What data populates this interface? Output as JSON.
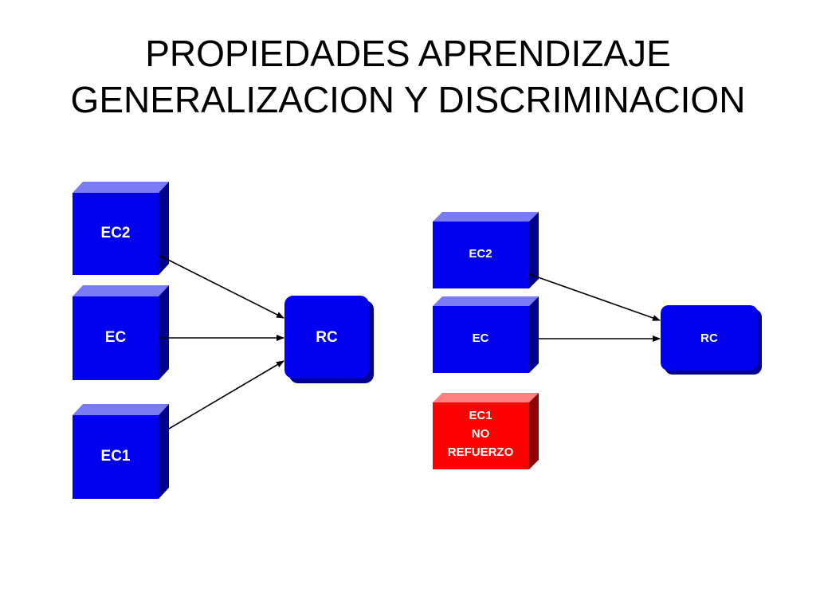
{
  "title": {
    "line1": "PROPIEDADES  APRENDIZAJE",
    "line2": "GENERALIZACION Y DISCRIMINACION"
  },
  "colors": {
    "blue_front": "#0000ee",
    "blue_top": "#7b7bf3",
    "blue_side": "#00008f",
    "red_front": "#ff0000",
    "red_top": "#ff8080",
    "red_side": "#8f0000",
    "label": "#ffffff",
    "arrow": "#000000"
  },
  "left": {
    "ec2": "EC2",
    "ec": "EC",
    "ec1": "EC1",
    "rc": "RC"
  },
  "right": {
    "ec2": "EC2",
    "ec": "EC",
    "ec1_lines": [
      "EC1",
      "NO",
      "REFUERZO"
    ],
    "rc": "RC"
  }
}
